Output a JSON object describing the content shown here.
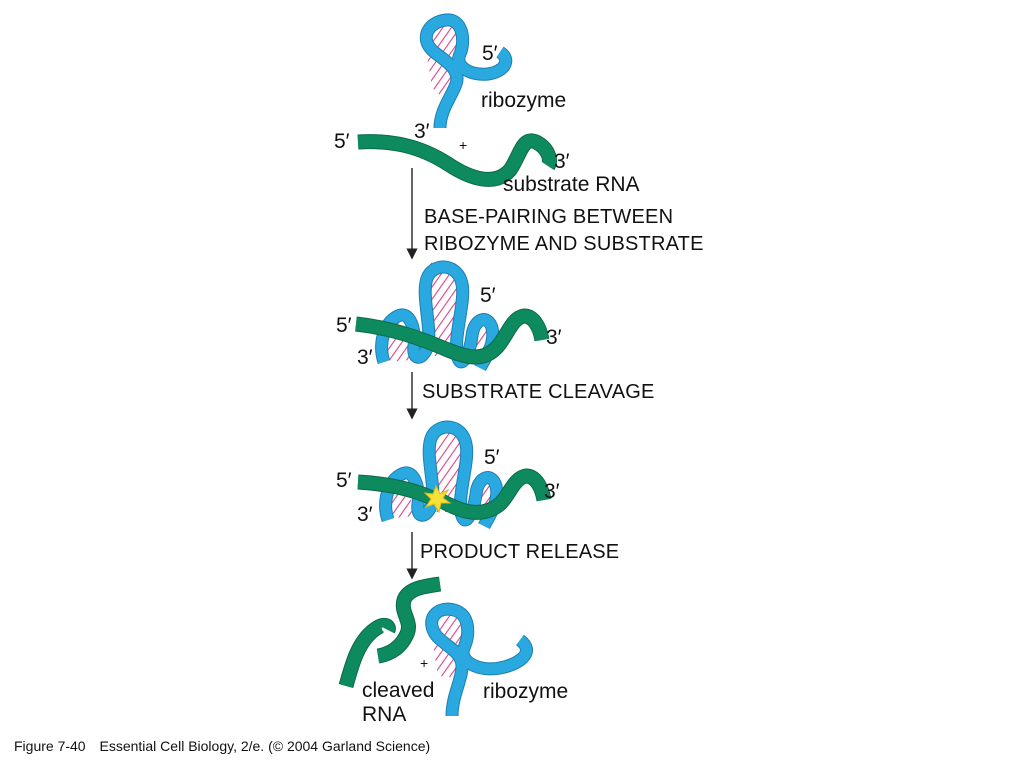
{
  "labels": {
    "five_prime": "5′",
    "three_prime": "3′",
    "plus": "+",
    "ribozyme": "ribozyme",
    "substrate_rna": "substrate RNA",
    "cleaved": "cleaved",
    "rna": "RNA"
  },
  "steps": {
    "base_pairing_line1": "BASE-PAIRING BETWEEN",
    "base_pairing_line2": "RIBOZYME AND SUBSTRATE",
    "substrate_cleavage": "SUBSTRATE CLEAVAGE",
    "product_release": "PRODUCT RELEASE"
  },
  "caption": {
    "figure": "Figure 7-40",
    "source": "Essential Cell Biology, 2/e. (© 2004 Garland Science)"
  },
  "colors": {
    "ribozyme": "#2aa9e0",
    "substrate": "#0e8a5f",
    "base_pairs": "#d9448a",
    "cleavage_site": "#f6e236"
  }
}
